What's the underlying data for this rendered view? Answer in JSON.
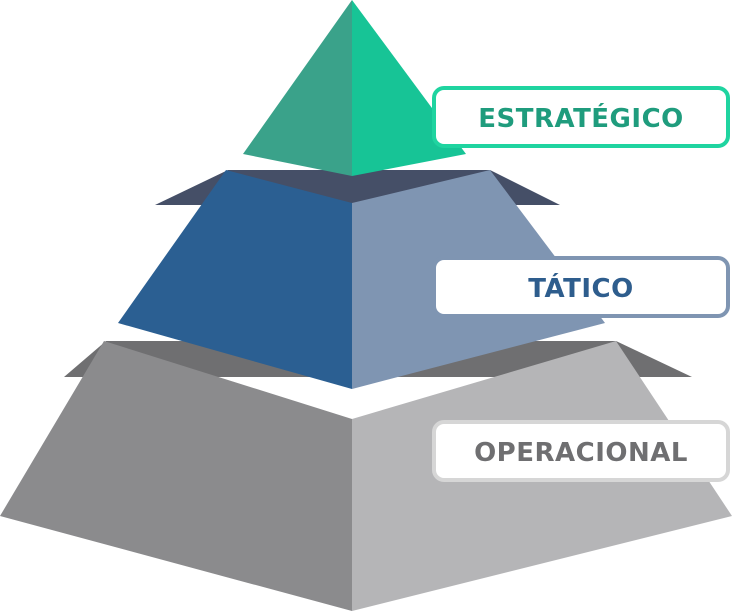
{
  "levels": [
    {
      "label": "ESTRATÉGICO",
      "color": "#1f9c7d"
    },
    {
      "label": "TÁTICO",
      "color": "#2e5d8d"
    },
    {
      "label": "OPERACIONAL",
      "color": "#6f6f71"
    }
  ],
  "colors": {
    "top_left": "#3aa28a",
    "top_right": "#17c496",
    "mid_top": "#454f67",
    "mid_left": "#2b5f92",
    "mid_right": "#7f95b2",
    "base_top": "#6f6f71",
    "base_left": "#8b8b8d",
    "base_right": "#b5b5b7",
    "label_border_green": "#1fd4a0",
    "label_border_blue": "#7f95b2",
    "label_border_gray": "#d6d6d6"
  }
}
